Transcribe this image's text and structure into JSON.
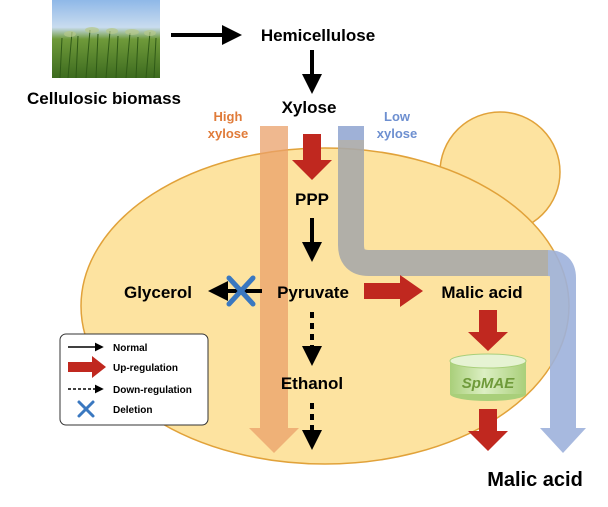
{
  "source": {
    "image_label": "Cellulosic biomass",
    "icon": "sugarcane-field-photo"
  },
  "nodes": {
    "hemicellulose": "Hemicellulose",
    "xylose": "Xylose",
    "ppp": "PPP",
    "glycerol": "Glycerol",
    "pyruvate": "Pyruvate",
    "malic_acid_inside": "Malic acid",
    "ethanol": "Ethanol",
    "transporter": "SpMAE",
    "malic_acid_outside": "Malic acid"
  },
  "flux_labels": {
    "high_xylose_line1": "High",
    "high_xylose_line2": "xylose",
    "low_xylose_line1": "Low",
    "low_xylose_line2": "xylose"
  },
  "legend": {
    "items": [
      {
        "label": "Normal",
        "style": "normal-arrow"
      },
      {
        "label": "Up-regulation",
        "style": "up-regulation-arrow"
      },
      {
        "label": "Down-regulation",
        "style": "down-regulation-arrow"
      },
      {
        "label": "Deletion",
        "style": "deletion-cross"
      }
    ]
  },
  "colors": {
    "cell_fill": "#fde3a0",
    "cell_stroke": "#e1a23a",
    "high_xylose": "#e9a06a",
    "low_xylose": "#9db1dc",
    "gray_flow": "#a9a9a9",
    "up_regulation": "#c0281f",
    "deletion": "#3a78c0",
    "transporter_fill": "#c9e2a6",
    "high_label": "#e07b39",
    "low_label": "#6d8fd0"
  }
}
